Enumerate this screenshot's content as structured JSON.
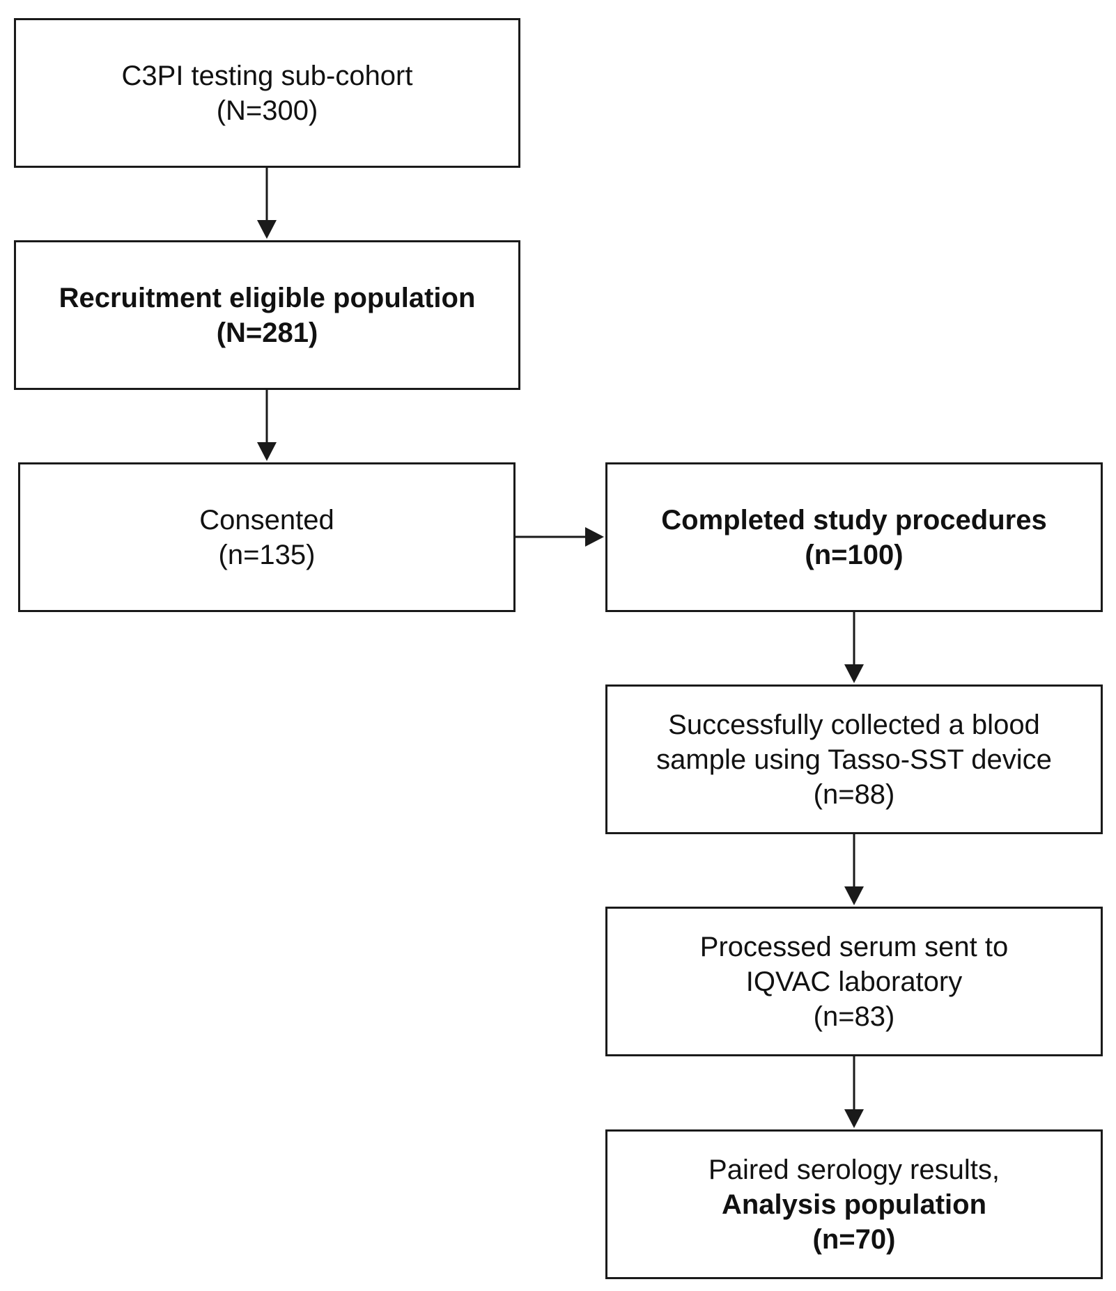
{
  "nodes": {
    "testing_subcohort": {
      "line1": "C3PI testing sub-cohort",
      "line2": "(N=300)"
    },
    "recruitment_eligible": {
      "line1": "Recruitment eligible population",
      "line2": "(N=281)"
    },
    "consented": {
      "line1": "Consented",
      "line2": "(n=135)"
    },
    "completed_procedures": {
      "line1": "Completed study procedures",
      "line2": "(n=100)"
    },
    "blood_sample": {
      "line1": "Successfully collected a blood",
      "line2": "sample using Tasso-SST device",
      "line3": "(n=88)"
    },
    "serum_sent": {
      "line1": "Processed serum sent to",
      "line2": "IQVAC laboratory",
      "line3": "(n=83)"
    },
    "analysis_population": {
      "line1": "Paired serology results,",
      "line2": "Analysis population",
      "line3": "(n=70)"
    }
  },
  "edges": [
    {
      "from": "testing_subcohort",
      "to": "recruitment_eligible"
    },
    {
      "from": "recruitment_eligible",
      "to": "consented"
    },
    {
      "from": "consented",
      "to": "completed_procedures"
    },
    {
      "from": "completed_procedures",
      "to": "blood_sample"
    },
    {
      "from": "blood_sample",
      "to": "serum_sent"
    },
    {
      "from": "serum_sent",
      "to": "analysis_population"
    }
  ],
  "colors": {
    "line": "#1a1a1a",
    "text": "#111111",
    "background": "#ffffff"
  }
}
